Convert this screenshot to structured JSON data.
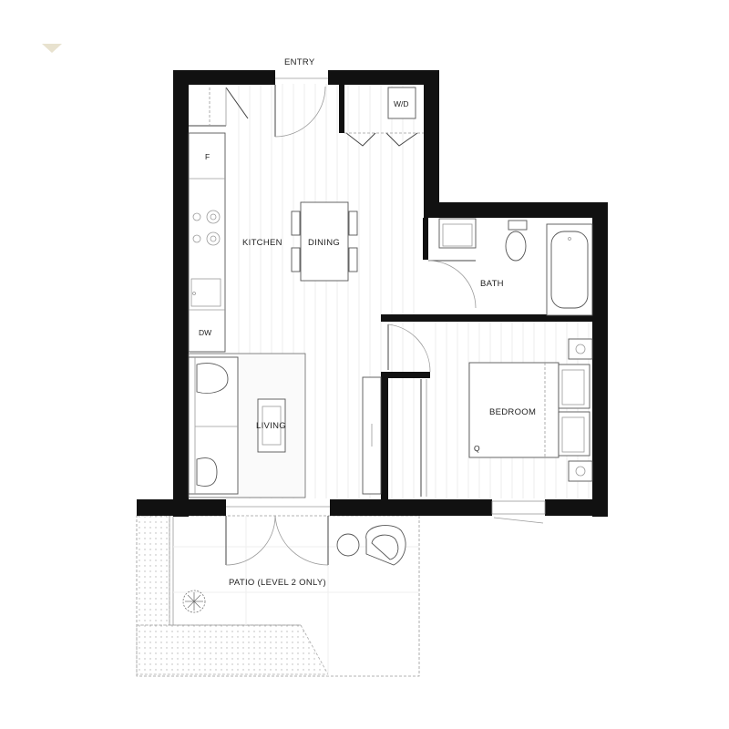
{
  "rooms": {
    "entry": "ENTRY",
    "kitchen": "KITCHEN",
    "dining": "DINING",
    "living": "LIVING",
    "bath": "BATH",
    "bedroom": "BEDROOM",
    "patio": "PATIO (LEVEL 2 ONLY)"
  },
  "fixtures": {
    "washer_dryer": "W/D",
    "fridge": "F",
    "dishwasher": "DW",
    "bed_size": "Q"
  },
  "colors": {
    "wall": "#111111",
    "compass": "#e8e2cf"
  },
  "icons": {
    "compass": "north-arrow-icon"
  }
}
